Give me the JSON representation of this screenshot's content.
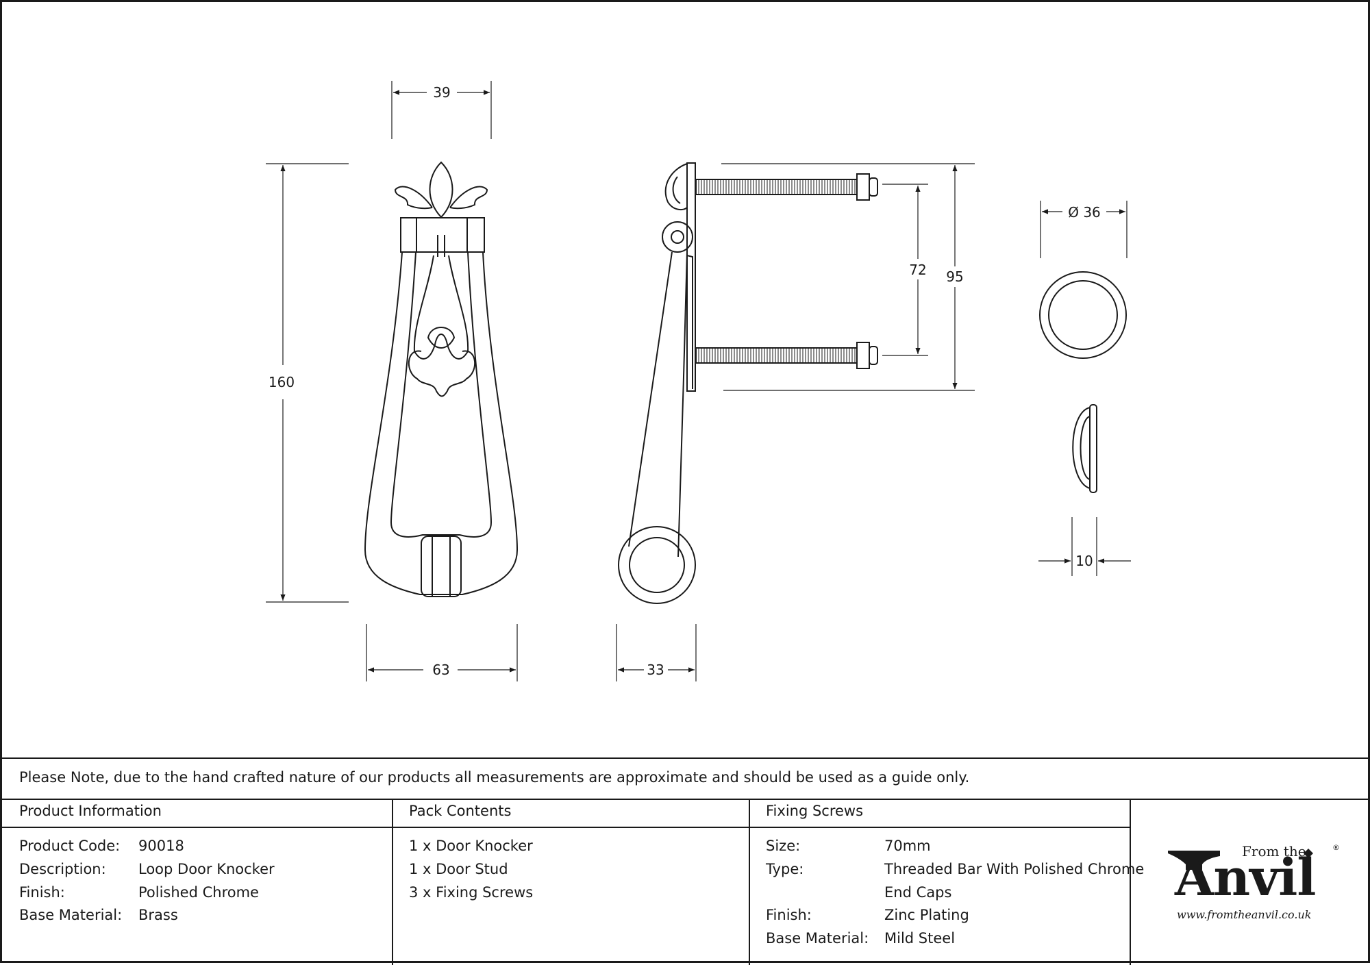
{
  "dimensions": {
    "d39": "39",
    "d160": "160",
    "d63": "63",
    "d33": "33",
    "d72": "72",
    "d95": "95",
    "d36": "Ø 36",
    "d10": "10"
  },
  "note": "Please Note, due to the hand crafted nature of our products all measurements are approximate and should be used as a guide only.",
  "product_info": {
    "header": "Product Information",
    "rows": [
      {
        "label": "Product Code:",
        "value": "90018"
      },
      {
        "label": "Description:",
        "value": "Loop Door Knocker"
      },
      {
        "label": "Finish:",
        "value": "Polished Chrome"
      },
      {
        "label": "Base Material:",
        "value": "Brass"
      }
    ]
  },
  "pack_contents": {
    "header": "Pack Contents",
    "items": [
      "1 x Door Knocker",
      "1 x Door Stud",
      "3 x Fixing Screws"
    ]
  },
  "fixing_screws": {
    "header": "Fixing Screws",
    "rows": [
      {
        "label": "Size:",
        "value": "70mm"
      },
      {
        "label": "Type:",
        "value": "Threaded Bar With Polished Chrome"
      },
      {
        "label": "",
        "value": "End Caps"
      },
      {
        "label": "Finish:",
        "value": "Zinc Plating"
      },
      {
        "label": "Base Material:",
        "value": "Mild Steel"
      }
    ]
  },
  "logo": {
    "from_the": "From the",
    "name": "Anvil",
    "url": "www.fromtheanvil.co.uk",
    "reg": "®"
  }
}
